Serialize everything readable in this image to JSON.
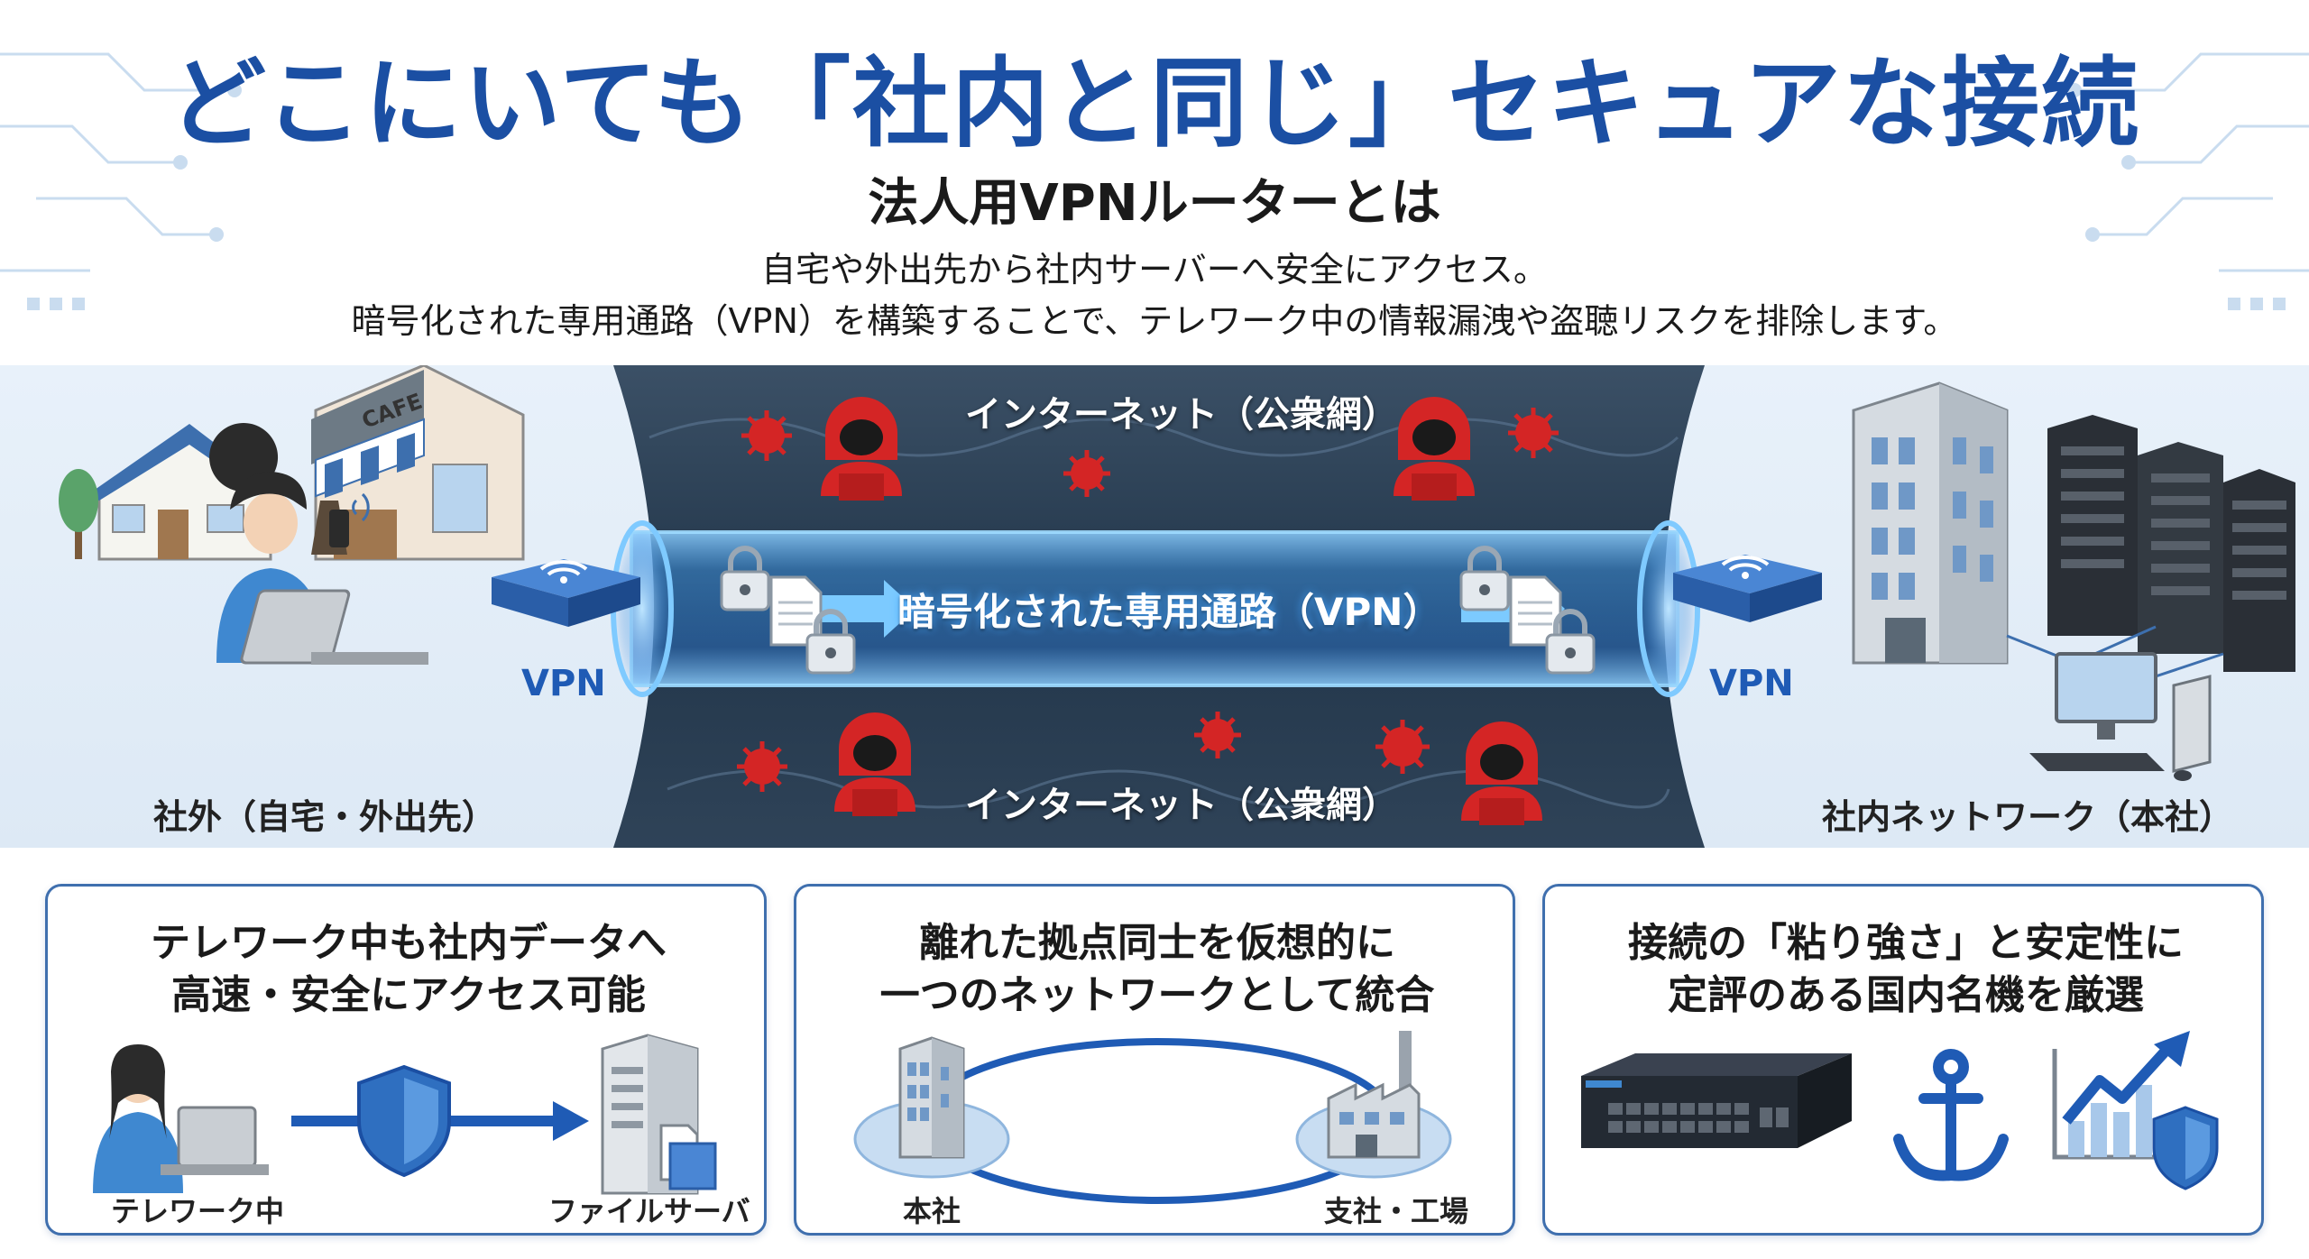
{
  "header": {
    "title": "どこにいても「社内と同じ」セキュアな接続",
    "subtitle": "法人用VPNルーターとは",
    "desc_line1": "自宅や外出先から社内サーバーへ安全にアクセス。",
    "desc_line2": "暗号化された専用通路（VPN）を構築することで、テレワーク中の情報漏洩や盗聴リスクを排除します。"
  },
  "diagram": {
    "cafe_sign": "CAFE",
    "left_vpn": "VPN",
    "right_vpn": "VPN",
    "internet_top": "インターネット（公衆網）",
    "internet_bottom": "インターネット（公衆網）",
    "tunnel": "暗号化された専用通路（VPN）",
    "left_caption": "社外（自宅・外出先）",
    "right_caption": "社内ネットワーク（本社）"
  },
  "cards": [
    {
      "title_line1": "テレワーク中も社内データへ",
      "title_line2": "高速・安全にアクセス可能",
      "caption_left": "テレワーク中",
      "caption_right": "ファイルサーバ"
    },
    {
      "title_line1": "離れた拠点同士を仮想的に",
      "title_line2": "一つのネットワークとして統合",
      "caption_left": "本社",
      "caption_right": "支社・工場"
    },
    {
      "title_line1": "接続の「粘り強さ」と安定性に",
      "title_line2": "定評のある国内名機を厳選"
    }
  ],
  "colors": {
    "title_blue": "#1b4fa3",
    "accent_blue": "#1f5bb5",
    "threat_red": "#d42525",
    "card_border": "#3f6fae"
  },
  "icons": [
    "house-icon",
    "cafe-icon",
    "person-laptop-icon",
    "router-icon",
    "hacker-icon",
    "virus-icon",
    "lock-icon",
    "document-icon",
    "building-icon",
    "server-rack-icon",
    "desktop-pc-icon",
    "shield-icon",
    "file-server-icon",
    "factory-icon",
    "network-switch-icon",
    "anchor-icon",
    "growth-chart-icon"
  ]
}
